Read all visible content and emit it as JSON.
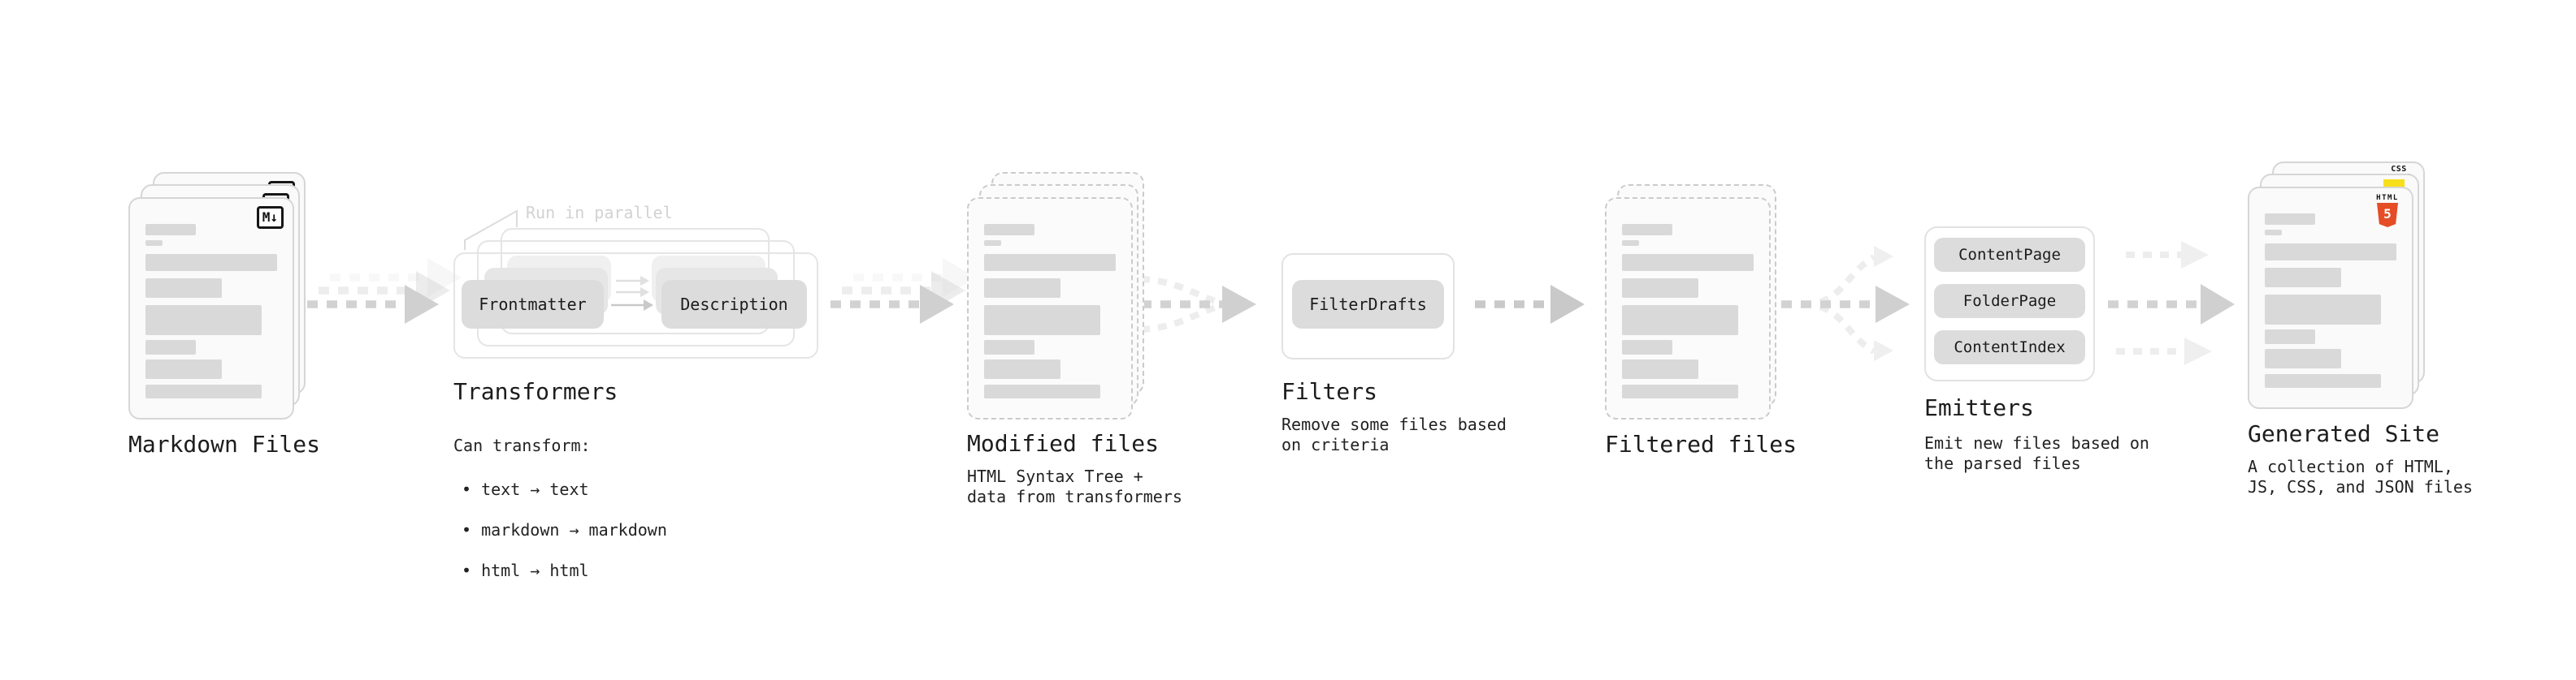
{
  "nodes": {
    "markdown": {
      "title": "Markdown Files",
      "badge": "M↓"
    },
    "transformers": {
      "title": "Transformers",
      "annotation": "Run in parallel",
      "pills": [
        "Frontmatter",
        "Description"
      ],
      "desc_heading": "Can transform:",
      "bullets": [
        "• text → text",
        "• markdown → markdown",
        "• html → html"
      ]
    },
    "modified": {
      "title": "Modified files",
      "desc": "HTML Syntax Tree +\ndata from transformers"
    },
    "filters": {
      "title": "Filters",
      "pill": "FilterDrafts",
      "desc": "Remove some files based\non criteria"
    },
    "filtered": {
      "title": "Filtered files"
    },
    "emitters": {
      "title": "Emitters",
      "pills": [
        "ContentPage",
        "FolderPage",
        "ContentIndex"
      ],
      "desc": "Emit new files based on\nthe parsed files"
    },
    "generated": {
      "title": "Generated Site",
      "desc": "A collection of HTML,\nJS, CSS, and JSON files",
      "css_badge": "CSS",
      "html_badge_label": "HTML",
      "html_badge_number": "5"
    }
  },
  "file_bars": [
    {
      "w": 38,
      "h": 14,
      "mt": 0
    },
    {
      "w": 13,
      "h": 7,
      "mt": 6
    },
    {
      "w": 100,
      "h": 21,
      "mt": 10
    },
    {
      "w": 58,
      "h": 24,
      "mt": 9
    },
    {
      "w": 88,
      "h": 37,
      "mt": 9
    },
    {
      "w": 38,
      "h": 18,
      "mt": 6
    },
    {
      "w": 58,
      "h": 24,
      "mt": 6
    },
    {
      "w": 88,
      "h": 17,
      "mt": 7
    }
  ],
  "icons": {
    "markdown_logo": "boxed M↓ badge",
    "html5_logo": "orange HTML5 shield",
    "js_logo": "yellow JS square",
    "css_logo": "CSS text with blue underline",
    "flow_arrow": "gray dashed arrow with solid triangular head"
  },
  "colors": {
    "background": "#ffffff",
    "card_fill": "#fafafa",
    "card_border": "#d6d6d6",
    "dashed_border": "#cbcbcb",
    "bar": "#d9d9d9",
    "pill_fill": "#dcdcdc",
    "container_border": "#e5e5e5",
    "arrow": "#d2d2d2",
    "arrow_dark": "#c9c9c9",
    "arrow_light": "#ededed",
    "annotation_text": "#d2d2d2",
    "text": "#1c1c1c",
    "html5_orange": "#e44d26",
    "js_yellow": "#f7df1e",
    "css_blue": "#2965f1"
  }
}
